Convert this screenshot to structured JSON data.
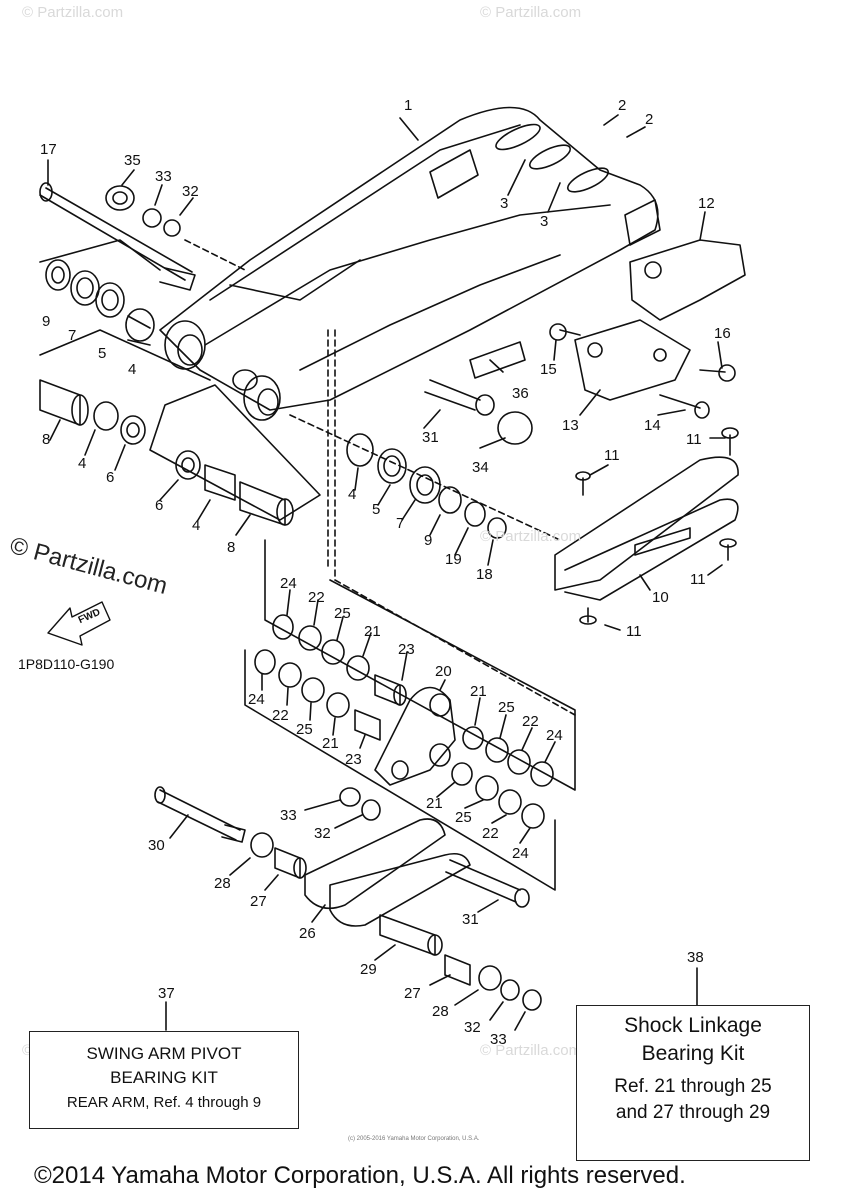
{
  "watermark": {
    "label": "© Partzilla.com",
    "label_small": "© Partzilla.com"
  },
  "diagram_code": "1P8D110-G190",
  "fwd_label": "FWD",
  "callouts": [
    "1",
    "2",
    "2",
    "3",
    "3",
    "4",
    "4",
    "4",
    "4",
    "5",
    "5",
    "6",
    "6",
    "7",
    "7",
    "8",
    "8",
    "9",
    "9",
    "10",
    "11",
    "11",
    "11",
    "11",
    "12",
    "13",
    "14",
    "15",
    "16",
    "17",
    "18",
    "19",
    "20",
    "21",
    "21",
    "21",
    "21",
    "22",
    "22",
    "22",
    "22",
    "23",
    "23",
    "24",
    "24",
    "24",
    "24",
    "25",
    "25",
    "25",
    "25",
    "26",
    "27",
    "27",
    "28",
    "28",
    "29",
    "30",
    "31",
    "31",
    "32",
    "32",
    "32",
    "33",
    "33",
    "33",
    "34",
    "35",
    "36",
    "37",
    "38"
  ],
  "kit37": {
    "ref": "37",
    "line1": "SWING ARM PIVOT",
    "line2": "BEARING KIT",
    "line3": "REAR ARM, Ref. 4 through 9"
  },
  "kit38": {
    "ref": "38",
    "line1": "Shock Linkage",
    "line2": "Bearing Kit",
    "line3": "Ref.  21 through 25",
    "line4": "and 27 through 29"
  },
  "small_notice": "(c) 2005-2016 Yamaha Motor Corporation, U.S.A.",
  "copyright": "©2014 Yamaha Motor Corporation, U.S.A. All rights reserved."
}
